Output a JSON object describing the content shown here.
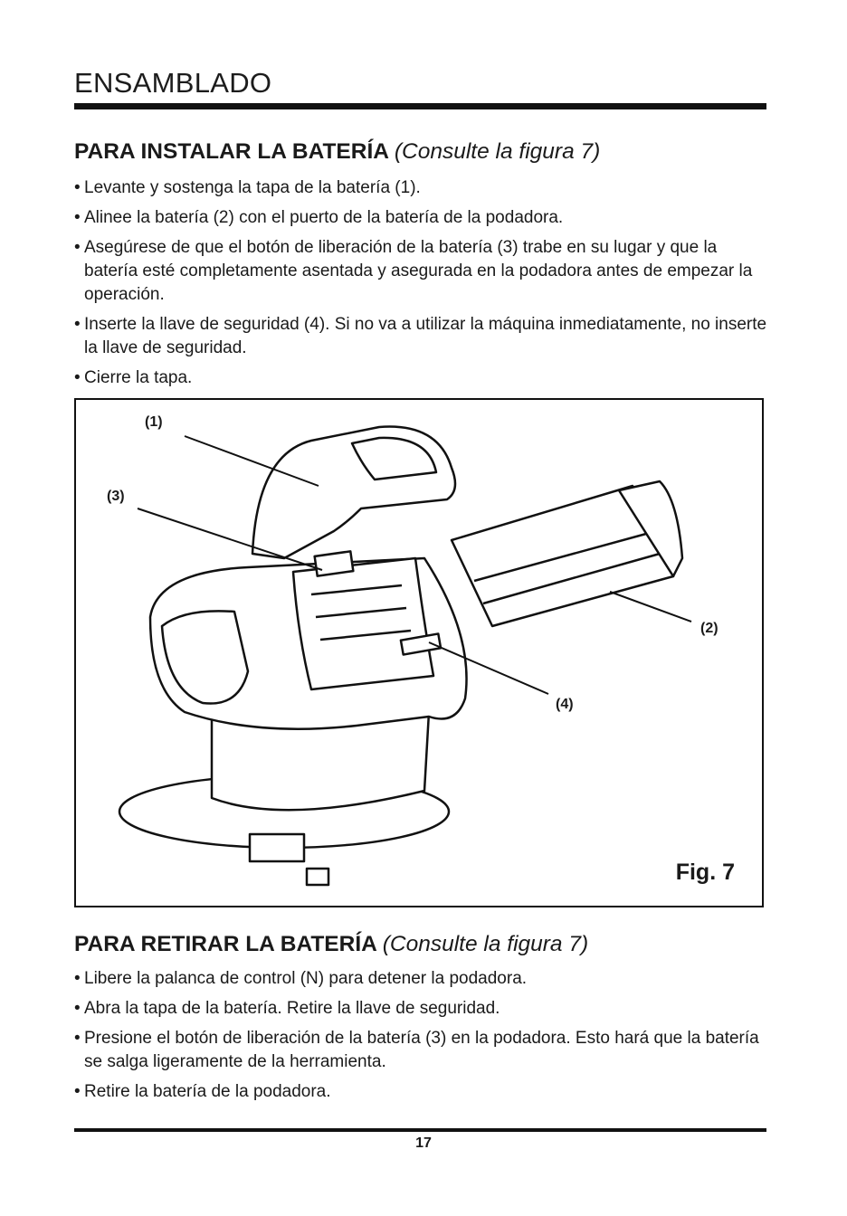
{
  "page": {
    "title": "ENSAMBLADO",
    "number": "17"
  },
  "install": {
    "heading": "PARA INSTALAR LA BATERÍA",
    "heading_ref": "(Consulte la figura 7)",
    "bullets": [
      "Levante y sostenga la tapa de la batería (1).",
      "Alinee la batería (2) con el puerto de la batería de la podadora.",
      "Asegúrese de que el botón de liberación de la batería (3) trabe en su lugar y que la batería esté completamente asentada y asegurada en la podadora antes de empezar la operación.",
      "Inserte la llave de seguridad (4). Si no va a utilizar la máquina inmediatamente, no inserte la llave de seguridad.",
      "Cierre la tapa."
    ]
  },
  "figure": {
    "callouts": [
      "(1)",
      "(2)",
      "(3)",
      "(4)"
    ],
    "label": "Fig. 7"
  },
  "remove": {
    "heading": "PARA RETIRAR LA BATERÍA",
    "heading_ref": "(Consulte la figura 7)",
    "bullets": [
      "Libere la palanca de control (N) para detener la podadora.",
      "Abra la tapa de la batería. Retire la llave de seguridad.",
      "Presione el botón de liberación de la batería (3) en la podadora. Esto hará que la batería se salga ligeramente de la herramienta.",
      "Retire la batería de la podadora."
    ]
  }
}
